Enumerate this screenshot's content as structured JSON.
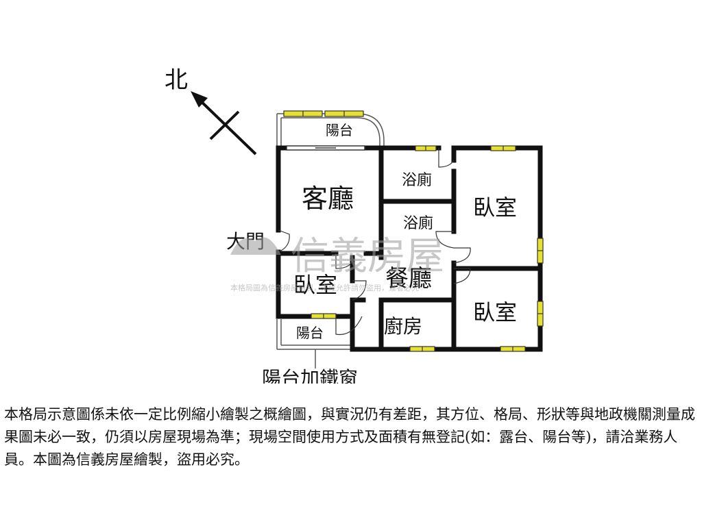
{
  "compass": {
    "north_label": "北"
  },
  "rooms": {
    "balcony_top": "陽台",
    "living_room": "客廳",
    "bathroom_1": "浴廁",
    "bathroom_2": "浴廁",
    "bedroom_1": "臥室",
    "bedroom_2": "臥室",
    "bedroom_3": "臥室",
    "dining_room": "餐廳",
    "kitchen": "廚房",
    "balcony_bottom": "陽台"
  },
  "labels": {
    "main_door": "大門",
    "balcony_iron_window": "陽台加鐵窗"
  },
  "watermark": {
    "brand": "信義房屋",
    "notice": "本格局圖為信義房屋繪製，未經允許請勿盜用，違者必究"
  },
  "disclaimer": "本格局示意圖係未依一定比例縮小繪製之概繪圖，與實況仍有差距，其方位、格局、形狀等與地政機關測量成果圖未必一致，仍須以房屋現場為準；現場空間使用方式及面積有無登記(如：露台、陽台等)，請洽業務人員。本圖為信義房屋繪製，盜用必究。",
  "colors": {
    "wall": "#111111",
    "window_fill": "#e8e030",
    "window_stroke": "#333333",
    "watermark": "#9a9a9a"
  }
}
